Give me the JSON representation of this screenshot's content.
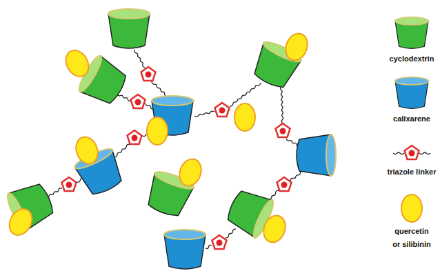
{
  "diagram": {
    "legend": [
      {
        "text": "cyclodextrin"
      },
      {
        "text": "calixarene"
      },
      {
        "text": "triazole linker"
      },
      {
        "text": "quercetin or silibinin"
      }
    ]
  }
}
